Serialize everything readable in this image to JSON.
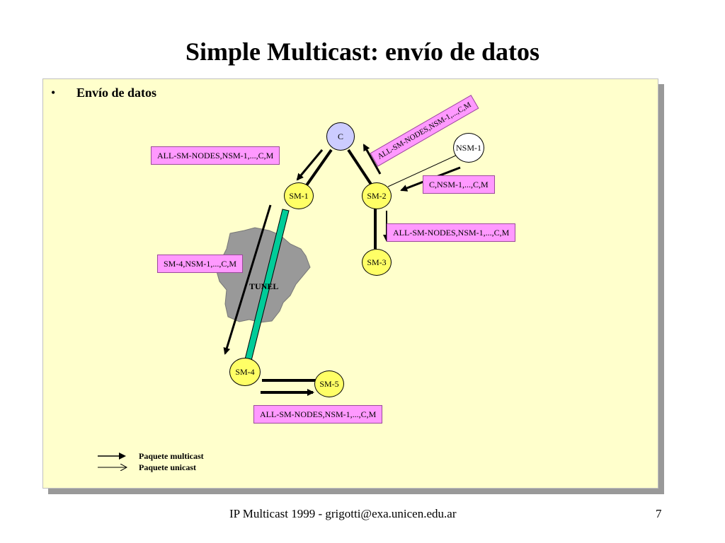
{
  "slide": {
    "title": "Simple Multicast: envío de datos",
    "bullet": "•",
    "bullet_text": "Envío de datos"
  },
  "nodes": {
    "c": "C",
    "sm1": "SM-1",
    "sm2": "SM-2",
    "sm3": "SM-3",
    "sm4": "SM-4",
    "sm5": "SM-5",
    "nsm1": "NSM-1"
  },
  "labels": {
    "c_to_sm1": "ALL-SM-NODES,NSM-1,...,C,M",
    "sm2_to_c": "ALL-SM-NODES,NSM-1,...,C,M",
    "nsm1_to_sm2": "C,NSM-1,...,C,M",
    "sm2_to_sm3": "ALL-SM-NODES,NSM-1,...,C,M",
    "sm1_to_sm4": "SM-4,NSM-1,...,C,M",
    "sm4_to_sm5": "ALL-SM-NODES,NSM-1,...,C,M"
  },
  "tunnel_label": "TUNEL",
  "legend": {
    "multicast": "Paquete multicast",
    "unicast": "Paquete unicast"
  },
  "footer": {
    "text": "IP Multicast 1999 - grigotti@exa.unicen.edu.ar",
    "page_number": "7"
  },
  "colors": {
    "panel_background": "#ffffcc",
    "label_background": "#ff99ff",
    "sm_node": "#ffff66",
    "core_node": "#ccccff",
    "non_member_node": "#ffffff",
    "tunnel": "#999999",
    "tunnel_pipe": "#00cc99"
  }
}
